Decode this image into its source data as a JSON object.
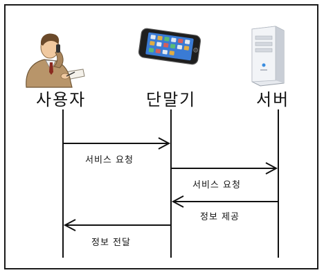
{
  "actors": {
    "user": {
      "label": "사용자",
      "icon": "businessman-on-phone-icon"
    },
    "device": {
      "label": "단말기",
      "icon": "smartphone-icon"
    },
    "server": {
      "label": "서버",
      "icon": "server-tower-icon"
    }
  },
  "messages": [
    {
      "label": "서비스 요청",
      "from": "사용자",
      "to": "단말기"
    },
    {
      "label": "서비스 요청",
      "from": "단말기",
      "to": "서버"
    },
    {
      "label": "정보 제공",
      "from": "서버",
      "to": "단말기"
    },
    {
      "label": "정보 전달",
      "from": "단말기",
      "to": "사용자"
    }
  ],
  "colors": {
    "line": "#111111",
    "frame": "#1a1a1a",
    "server_body": "#e6e9ee",
    "phone_screen": "#3a7bd5"
  }
}
